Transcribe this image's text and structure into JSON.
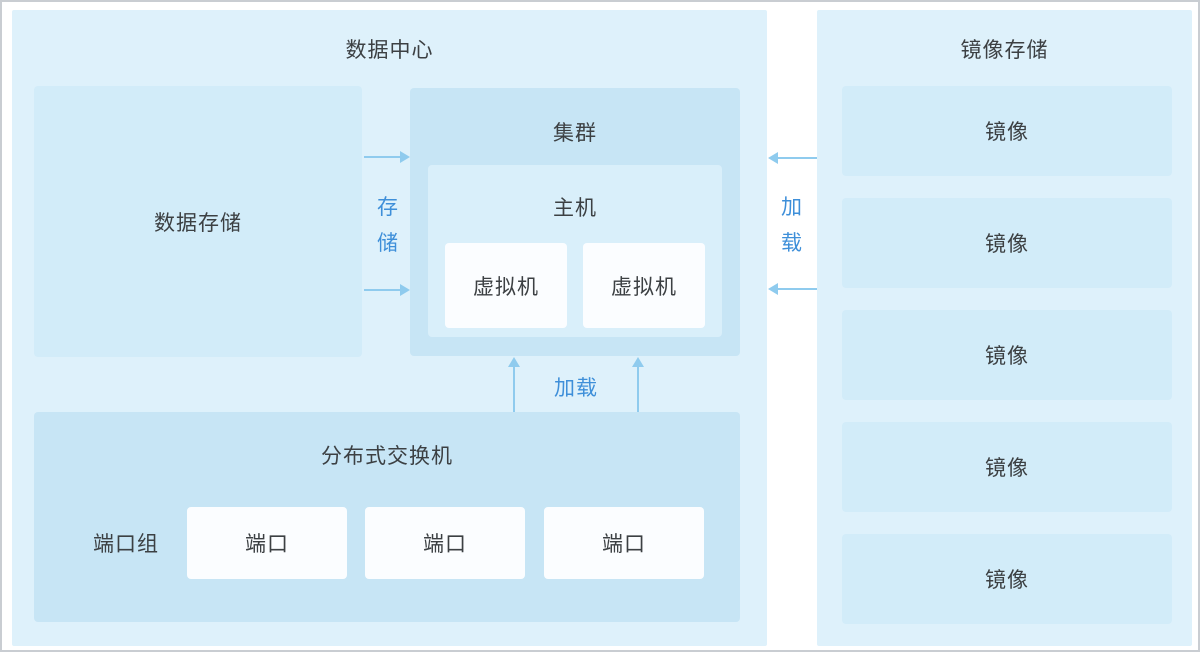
{
  "datacenter": {
    "title": "数据中心",
    "data_storage": {
      "label": "数据存储"
    },
    "storage_arrow": {
      "label": "存储"
    },
    "cluster": {
      "title": "集群",
      "host": {
        "title": "主机",
        "vms": [
          {
            "label": "虚拟机"
          },
          {
            "label": "虚拟机"
          }
        ]
      }
    },
    "load_arrow_bottom": {
      "label": "加载"
    },
    "switch": {
      "title": "分布式交换机",
      "port_group": {
        "label": "端口组"
      },
      "ports": [
        {
          "label": "端口"
        },
        {
          "label": "端口"
        },
        {
          "label": "端口"
        }
      ]
    }
  },
  "image_storage": {
    "title": "镜像存储",
    "load_arrow": {
      "label": "加载"
    },
    "images": [
      {
        "label": "镜像"
      },
      {
        "label": "镜像"
      },
      {
        "label": "镜像"
      },
      {
        "label": "镜像"
      },
      {
        "label": "镜像"
      }
    ]
  },
  "colors": {
    "container_bg": "#def1fb",
    "box_light": "#d2ecf9",
    "box_medium": "#c7e5f5",
    "box_host": "#d9effa",
    "box_white": "#fbfdff",
    "arrow": "#8fcbee",
    "arrow_label": "#3e8fd9",
    "text": "#3c4043",
    "border": "#c9cdd2"
  }
}
